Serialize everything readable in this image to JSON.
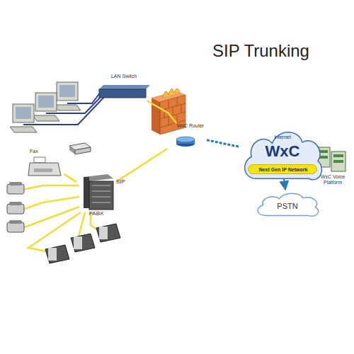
{
  "diagram": {
    "title": "SIP Trunking",
    "nodes": [
      {
        "text": [
          "LAN Switch"
        ]
      },
      {
        "text": [
          "WxC Router"
        ]
      },
      {
        "text": [
          "Internet",
          "WxC"
        ]
      },
      {
        "text": [
          "Next Gen IP Network"
        ],
        "in": 2
      },
      {
        "text": [
          "PSTN"
        ]
      },
      {
        "text": [
          "WxC Voice Platform"
        ]
      },
      {
        "text": [
          "Fax"
        ]
      },
      {
        "text": [
          "PABX"
        ]
      }
    ],
    "edges": [
      {
        "from": 0,
        "to": 1,
        "arrow": "none"
      },
      {
        "from": 7,
        "to": 1,
        "label": "SIP",
        "arrow": "none"
      },
      {
        "from": 1,
        "to": 2,
        "arrow": "none"
      },
      {
        "from": 3,
        "to": 4,
        "arrow": "to"
      },
      {
        "from": 6,
        "to": 7,
        "arrow": "none"
      }
    ]
  }
}
